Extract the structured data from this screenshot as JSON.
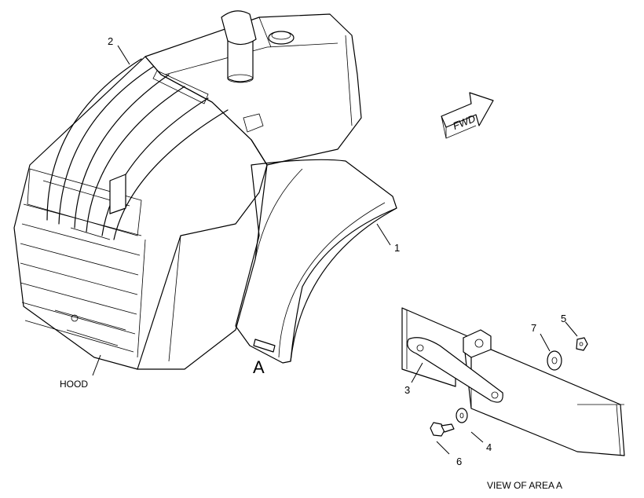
{
  "callouts": {
    "c1": "1",
    "c2": "2",
    "c3": "3",
    "c4": "4",
    "c5": "5",
    "c6": "6",
    "c7": "7"
  },
  "labels": {
    "hood": "HOOD",
    "area_marker": "A",
    "view_caption": "VIEW OF AREA A",
    "direction": "FWD"
  }
}
